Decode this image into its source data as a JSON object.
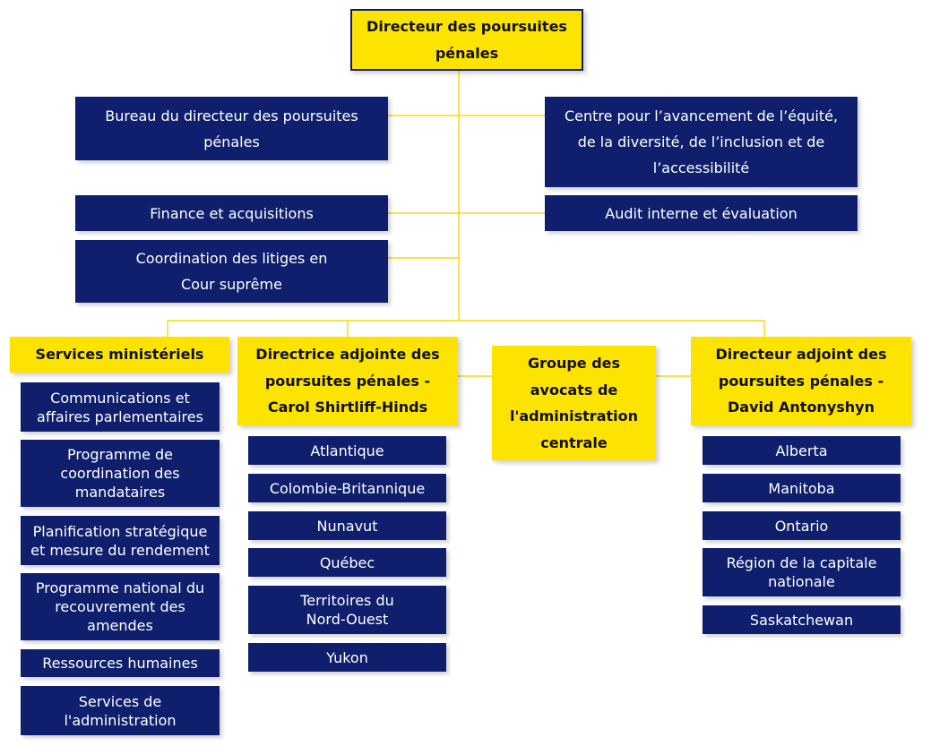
{
  "colors": {
    "navy": "#0f1f6d",
    "gold": "#fde400",
    "connector": "#f5d90a"
  },
  "top": {
    "label": "Directeur des poursuites\npénales"
  },
  "staff": {
    "left": [
      "Bureau du directeur des poursuites\npénales",
      "Finance et acquisitions",
      "Coordination des litiges en\nCour suprême"
    ],
    "right": [
      "Centre pour l’avancement de l’équité,\nde la diversité, de l’inclusion et de\nl’accessibilité",
      "Audit interne et évaluation"
    ]
  },
  "divisions": [
    {
      "label": "Services ministériels",
      "units": [
        "Communications et\naffaires parlementaires",
        "Programme de\ncoordination des\nmandataires",
        "Planification stratégique\net mesure du rendement",
        "Programme national du\nrecouvrement des\namendes",
        "Ressources humaines",
        "Services de\nl'administration"
      ]
    },
    {
      "label": "Directrice adjointe des\npoursuites pénales -\nCarol Shirtliff-Hinds",
      "units": [
        "Atlantique",
        "Colombie-Britannique",
        "Nunavut",
        "Québec",
        "Territoires du\nNord-Ouest",
        "Yukon"
      ]
    },
    {
      "label": "Groupe des\navocats de\nl'administration\ncentrale",
      "units": []
    },
    {
      "label": "Directeur adjoint des\npoursuites pénales -\nDavid Antonyshyn",
      "units": [
        "Alberta",
        "Manitoba",
        "Ontario",
        "Région de la capitale\nnationale",
        "Saskatchewan"
      ]
    }
  ]
}
